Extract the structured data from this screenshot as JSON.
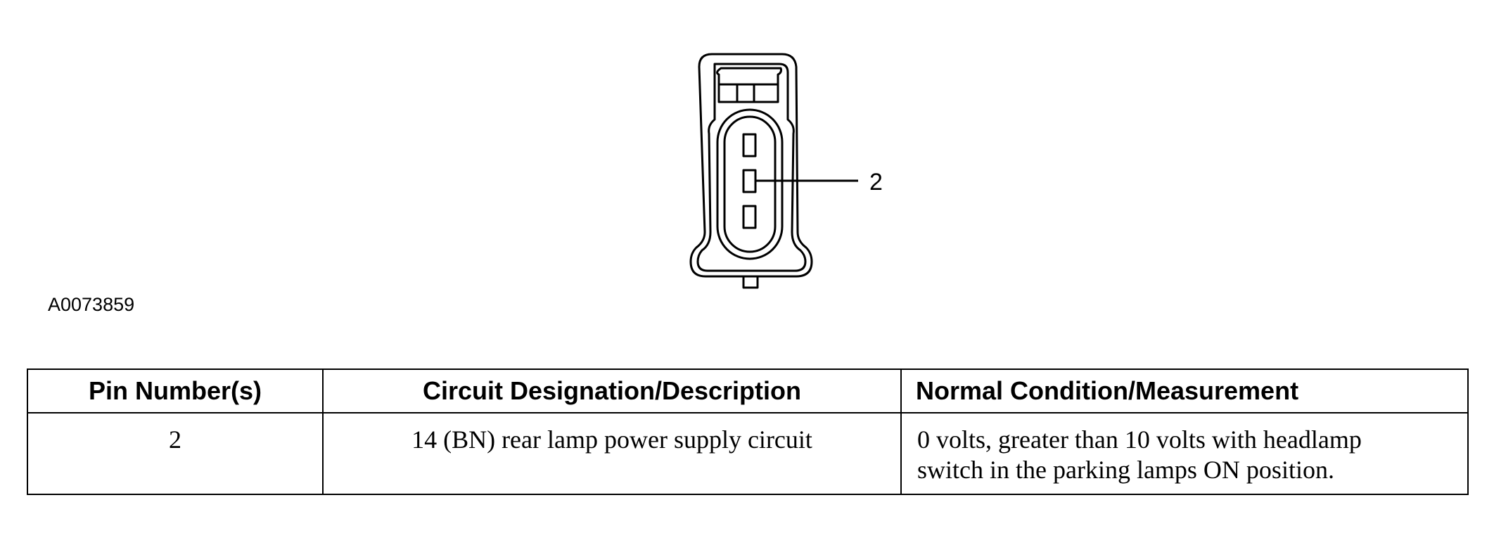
{
  "figure": {
    "id": "A0073859",
    "callout": "2",
    "icon": "three-pin-connector-face"
  },
  "table": {
    "headers": [
      "Pin Number(s)",
      "Circuit Designation/Description",
      "Normal Condition/Measurement"
    ],
    "rows": [
      {
        "pin": "2",
        "circuit": "14 (BN) rear lamp power supply circuit",
        "normal_line1": "0 volts, greater than 10 volts with headlamp",
        "normal_line2": "switch in the parking lamps ON position."
      }
    ]
  }
}
